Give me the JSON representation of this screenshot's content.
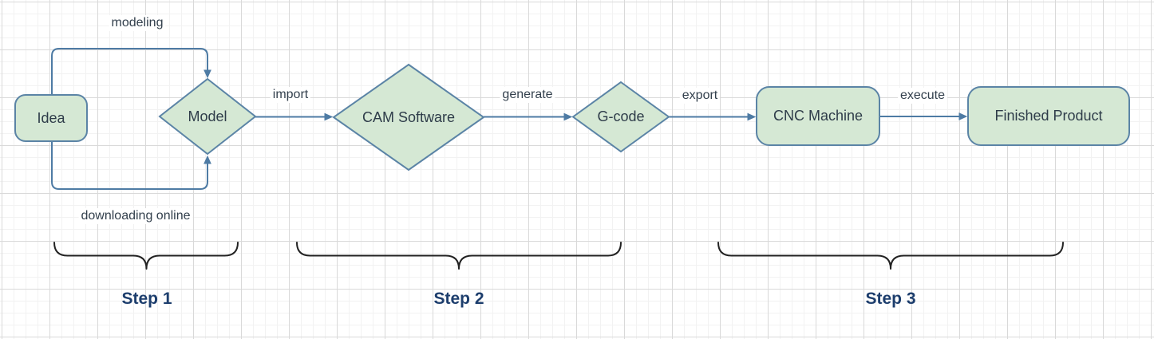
{
  "style": {
    "background": "#ffffff",
    "grid_minor_color": "#f2f2f2",
    "grid_major_color": "#d9d9d9",
    "node_fill": "#d5e8d4",
    "node_stroke": "#5b84a6",
    "node_text_color": "#2e3c49",
    "edge_color": "#4e7ba4",
    "edge_label_color": "#33404d",
    "brace_color": "#222222",
    "step_label_color": "#1d3e6d"
  },
  "nodes": [
    {
      "id": "idea",
      "shape": "rounded-rectangle",
      "label": "Idea"
    },
    {
      "id": "model",
      "shape": "diamond",
      "label": "Model"
    },
    {
      "id": "cam-software",
      "shape": "diamond",
      "label": "CAM Software"
    },
    {
      "id": "g-code",
      "shape": "diamond",
      "label": "G-code"
    },
    {
      "id": "cnc-machine",
      "shape": "rounded-rectangle",
      "label": "CNC Machine"
    },
    {
      "id": "finished-product",
      "shape": "rounded-rectangle",
      "label": "Finished Product"
    }
  ],
  "edges": [
    {
      "from": "Idea",
      "to": "Model",
      "label": "modeling",
      "route": "top-loop"
    },
    {
      "from": "Idea",
      "to": "Model",
      "label": "downloading online",
      "route": "bottom-loop"
    },
    {
      "from": "Model",
      "to": "CAM Software",
      "label": "import",
      "route": "straight"
    },
    {
      "from": "CAM Software",
      "to": "G-code",
      "label": "generate",
      "route": "straight"
    },
    {
      "from": "G-code",
      "to": "CNC Machine",
      "label": "export",
      "route": "straight"
    },
    {
      "from": "CNC Machine",
      "to": "Finished Product",
      "label": "execute",
      "route": "straight"
    }
  ],
  "groups": [
    {
      "label": "Step 1"
    },
    {
      "label": "Step 2"
    },
    {
      "label": "Step 3"
    }
  ]
}
